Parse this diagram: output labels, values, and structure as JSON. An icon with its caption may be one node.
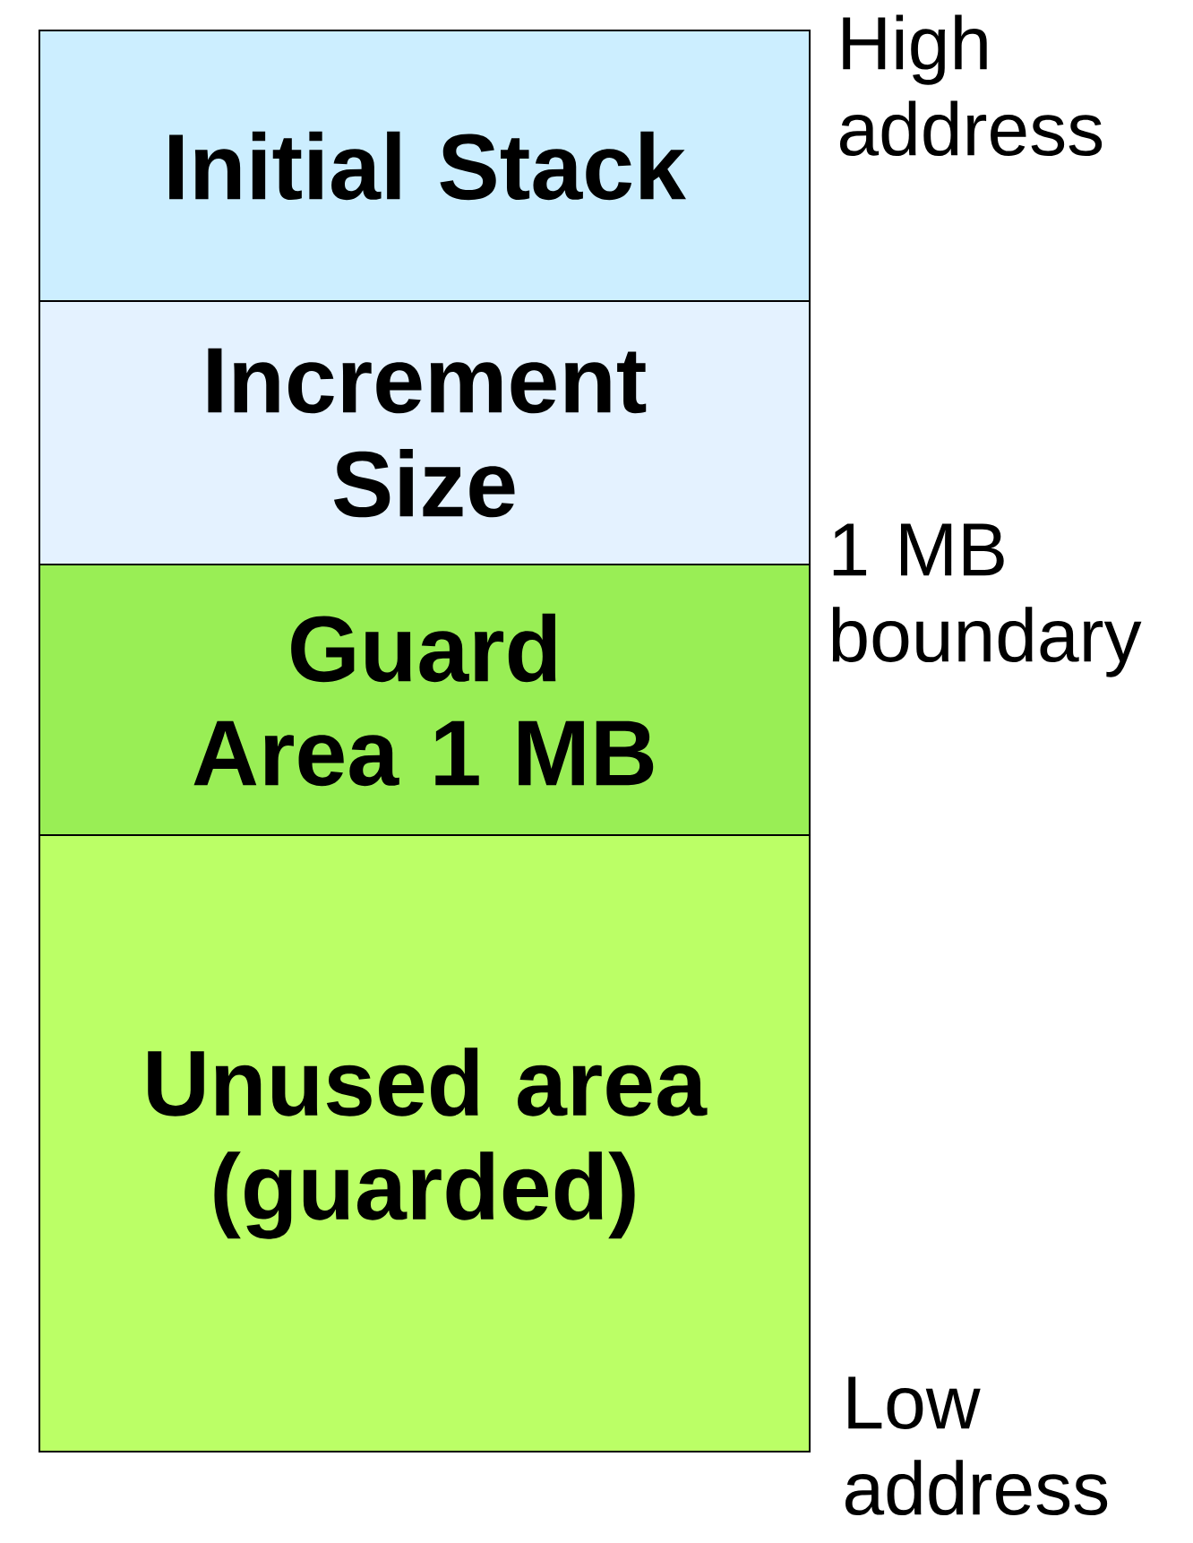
{
  "diagram": {
    "nodes": [
      {
        "text": [
          "Initial Stack"
        ]
      },
      {
        "text": [
          "Increment Size"
        ]
      },
      {
        "text": [
          "Guard Area 1 MB"
        ]
      },
      {
        "text": [
          "Unused area (guarded)"
        ]
      }
    ],
    "labels": [
      "High address",
      "1 MB boundary",
      "Low address"
    ]
  }
}
